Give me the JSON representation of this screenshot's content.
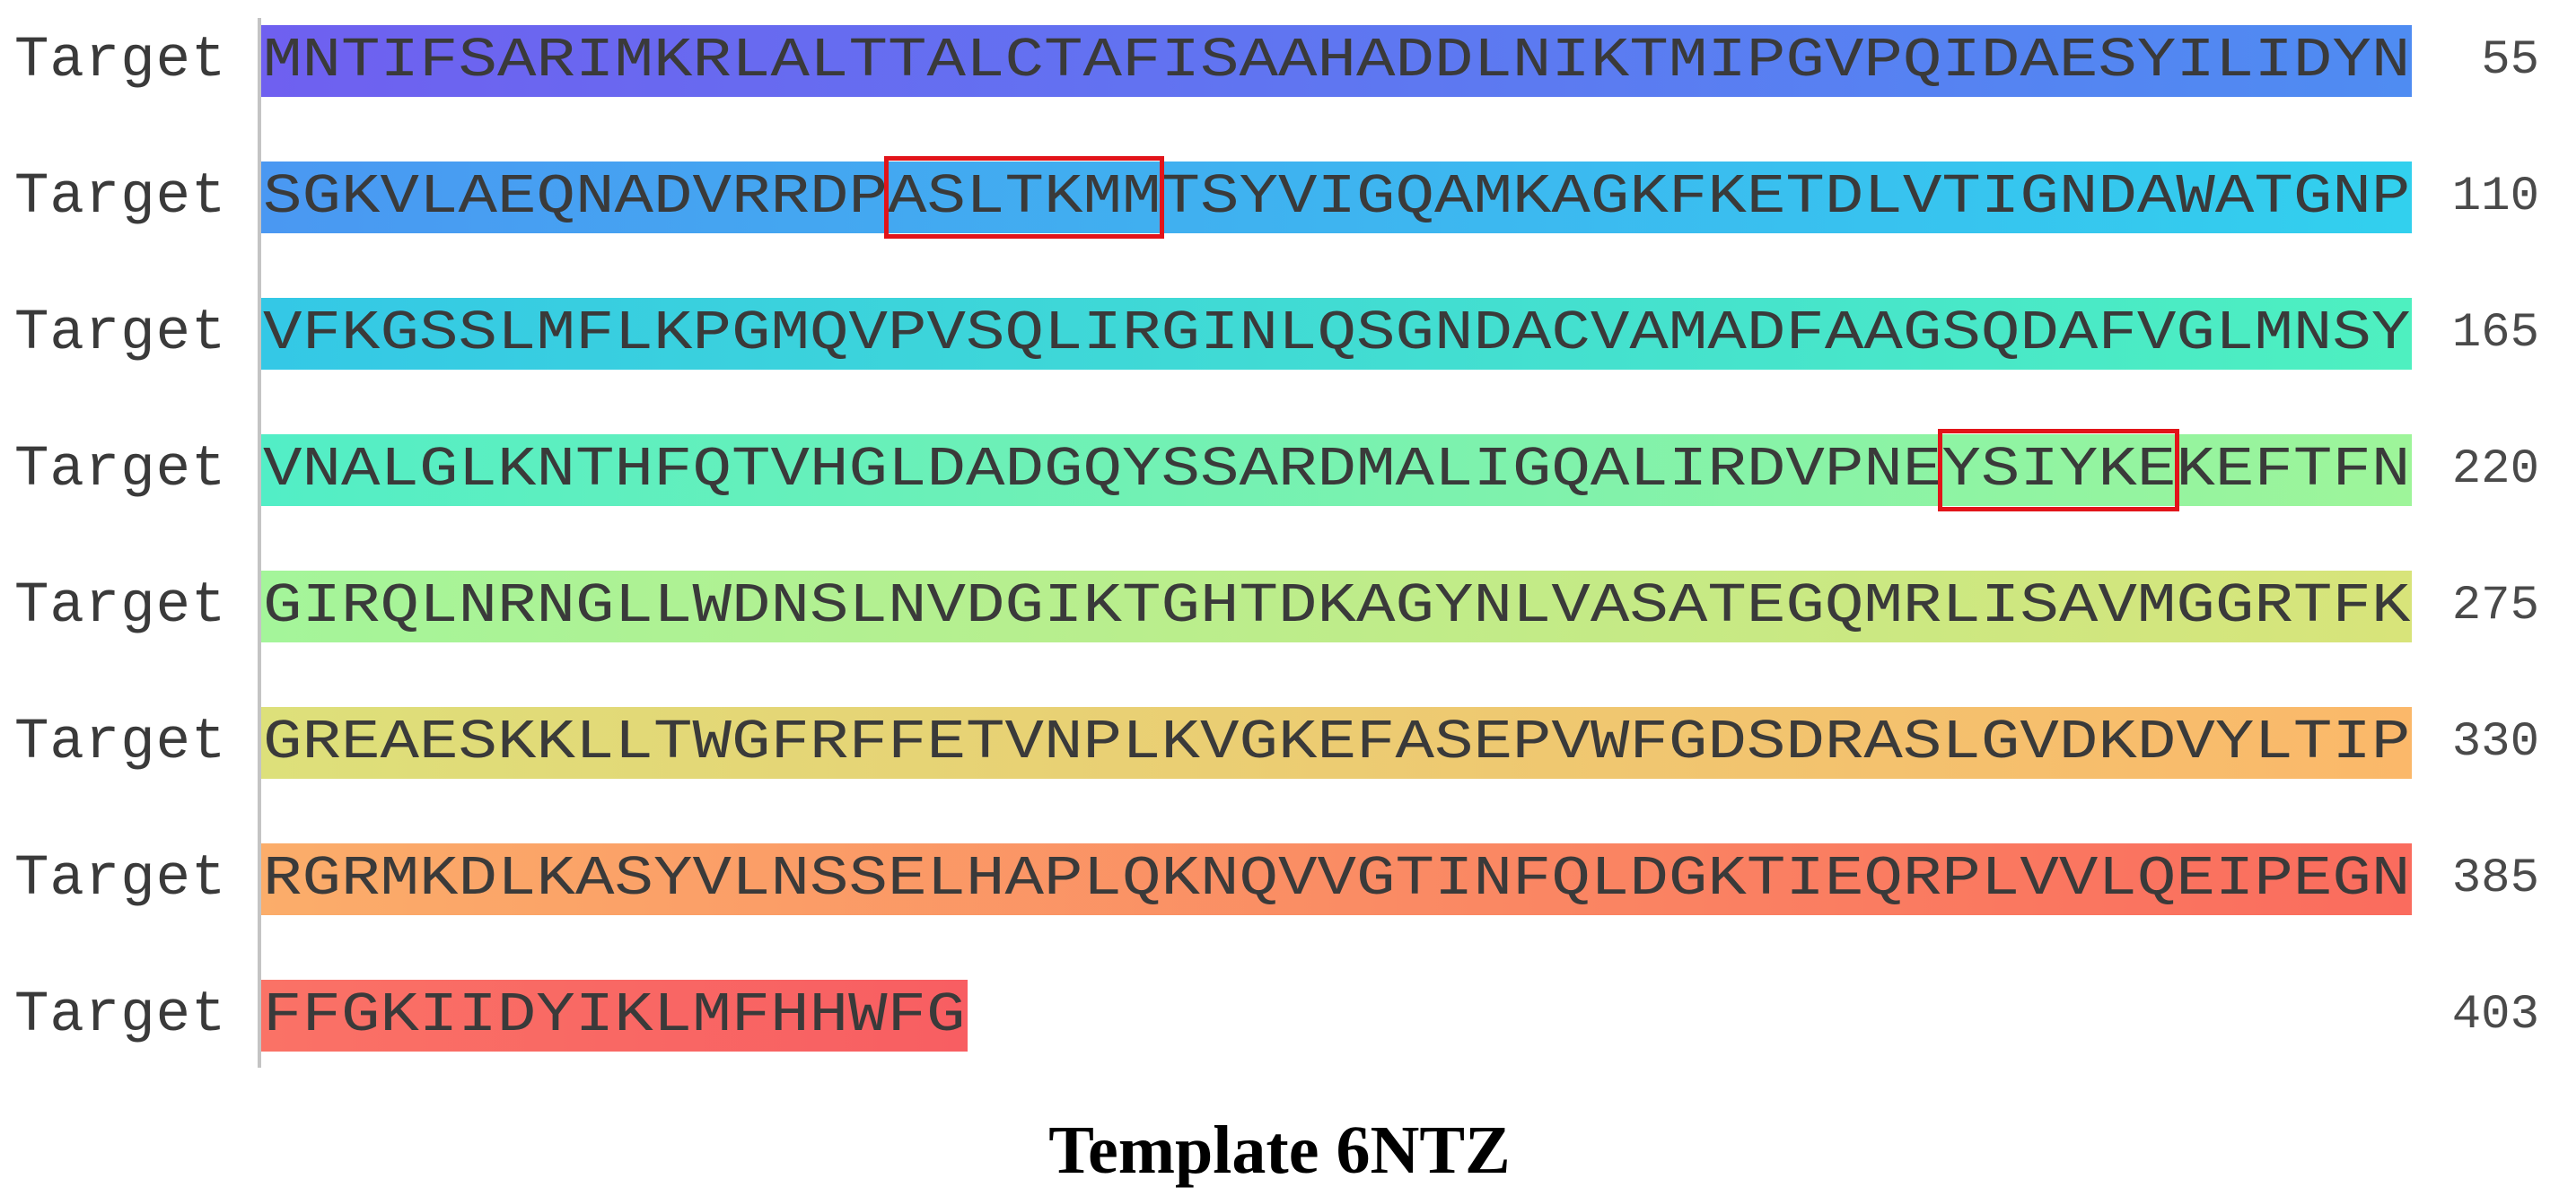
{
  "title": "Template 6NTZ",
  "row_label": "Target",
  "rows": [
    {
      "label": "Target",
      "sequence": "MNTIFSARIMKRLALTTALCTAFISAAHADDLNIKTMIPGVPQIDAESYILIDYN",
      "end": "55"
    },
    {
      "label": "Target",
      "sequence": "SGKVLAEQNADVRRDPASLTKMMTSYVIGQAMKAGKFKETDLVTIGNDAWATGNP",
      "end": "110"
    },
    {
      "label": "Target",
      "sequence": "VFKGSSLMFLKPGMQVPVSQLIRGINLQSGNDACVAMADFAAGSQDAFVGLMNSY",
      "end": "165"
    },
    {
      "label": "Target",
      "sequence": "VNALGLKNTHFQTVHGLDADGQYSSARDMALIGQALIRDVPNEYSIYKEKEFTFN",
      "end": "220"
    },
    {
      "label": "Target",
      "sequence": "GIRQLNRNGLLWDNSLNVDGIKTGHTDKAGYNLVASATEGQMRLISAVMGGRTFK",
      "end": "275"
    },
    {
      "label": "Target",
      "sequence": "GREAESKKLLTWGFRFFETVNPLKVGKEFASEPVWFGDSDRASLGVDKDVYLTIP",
      "end": "330"
    },
    {
      "label": "Target",
      "sequence": "RGRMKDLKASYVLNSSELHAPLQKNQVVGTINFQLDGKTIEQRPLVVLQEIPEGN",
      "end": "385"
    },
    {
      "label": "Target",
      "sequence": "FFGKIIDYIKLMFHHWFG",
      "end": "403"
    }
  ],
  "band_colors": [
    [
      "#6f60f0",
      "#4f8cf2"
    ],
    [
      "#4a98f2",
      "#32d0ee"
    ],
    [
      "#34c8e6",
      "#4ef0c0"
    ],
    [
      "#52eec6",
      "#9ef59a"
    ],
    [
      "#a4f59a",
      "#d8e47a"
    ],
    [
      "#dde07a",
      "#fbb86a"
    ],
    [
      "#fbad6a",
      "#fa6c5e"
    ],
    [
      "#fa7266",
      "#f85e62"
    ]
  ],
  "highlights": [
    {
      "row": 1,
      "motif": "ASLTKMM",
      "start_index": 16,
      "length": 7,
      "color": "#e2141a"
    },
    {
      "row": 3,
      "motif": "YSIYKE",
      "start_index": 43,
      "length": 6,
      "color": "#e2141a"
    }
  ]
}
